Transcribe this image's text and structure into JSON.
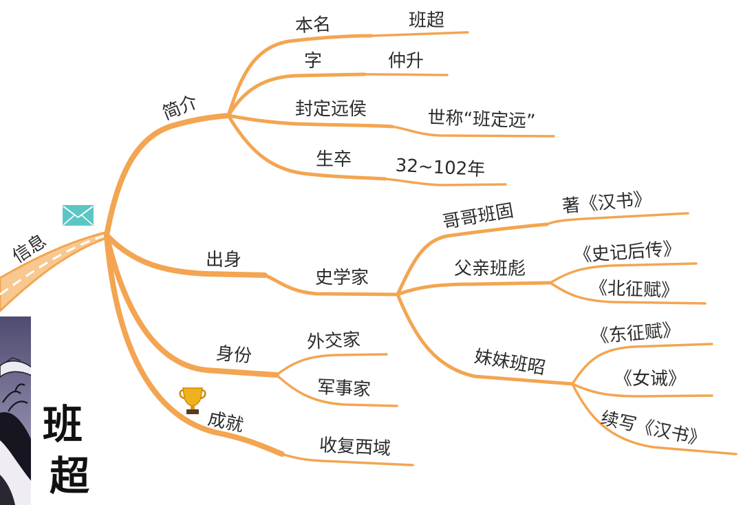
{
  "portrait": {
    "title_chars": [
      "班",
      "超"
    ]
  },
  "root": {
    "label": "信息",
    "icon": "envelope-icon",
    "branches": [
      {
        "label": "简介",
        "children": [
          {
            "label": "本名",
            "children": [
              {
                "label": "班超"
              }
            ]
          },
          {
            "label": "字",
            "children": [
              {
                "label": "仲升"
              }
            ]
          },
          {
            "label": "封定远侯",
            "children": [
              {
                "label": "世称“班定远”"
              }
            ]
          },
          {
            "label": "生卒",
            "children": [
              {
                "label": "32~102年"
              }
            ]
          }
        ]
      },
      {
        "label": "出身",
        "children": [
          {
            "label": "史学家",
            "children": [
              {
                "label": "哥哥班固",
                "children": [
                  {
                    "label": "著《汉书》"
                  }
                ]
              },
              {
                "label": "父亲班彪",
                "children": [
                  {
                    "label": "《史记后传》"
                  },
                  {
                    "label": "《北征赋》"
                  }
                ]
              },
              {
                "label": "妹妹班昭",
                "children": [
                  {
                    "label": "《东征赋》"
                  },
                  {
                    "label": "《女诫》"
                  },
                  {
                    "label": "续写《汉书》"
                  }
                ]
              }
            ]
          }
        ]
      },
      {
        "label": "身份",
        "children": [
          {
            "label": "外交家"
          },
          {
            "label": "军事家"
          }
        ]
      },
      {
        "label": "成就",
        "icon": "trophy-icon",
        "children": [
          {
            "label": "收复西域"
          }
        ]
      }
    ]
  },
  "colors": {
    "branch": "#F3A551",
    "band": "#F8C890",
    "text": "#2B2B2B",
    "envelope": "#5CC6C4",
    "trophy": "#EFB21E",
    "background": "#FFFFFF"
  }
}
